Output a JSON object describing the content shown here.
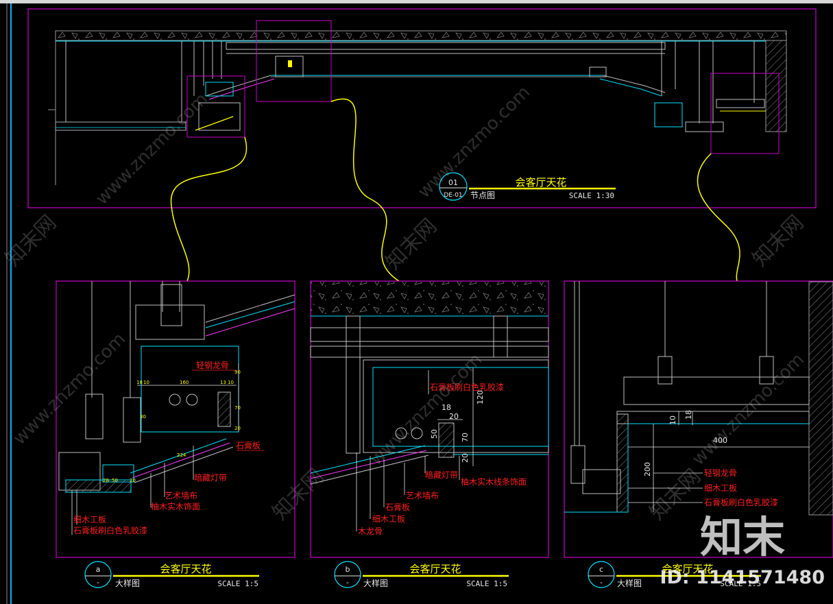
{
  "main": {
    "title": "会客厅天花",
    "circle_num": "01",
    "circle_ref": "DE-01",
    "subtitle": "节点图",
    "scale": "SCALE 1:30"
  },
  "details": [
    {
      "circle_letter": "a",
      "circle_ref": "-",
      "title": "会客厅天花",
      "subtitle": "大样图",
      "scale": "SCALE 1:5",
      "labels": [
        "轻钢龙骨",
        "石膏板",
        "暗藏灯带",
        "艺术墙布",
        "柚木实木饰面",
        "细木工板",
        "石膏板刷白色乳胶漆"
      ],
      "dims": [
        "18",
        "10",
        "160",
        "13",
        "10",
        "90",
        "30",
        "70",
        "20",
        "20",
        "50",
        "28",
        "224"
      ]
    },
    {
      "circle_letter": "b",
      "circle_ref": "-",
      "title": "会客厅天花",
      "subtitle": "大样图",
      "scale": "SCALE 1:5",
      "labels": [
        "石膏板刷白色乳胶漆",
        "暗藏灯带",
        "柚木实木线条饰面",
        "艺术墙布",
        "石膏板",
        "细木工板",
        "木龙骨"
      ],
      "dims": [
        "18",
        "20",
        "120",
        "50",
        "70",
        "20"
      ]
    },
    {
      "circle_letter": "c",
      "circle_ref": "-",
      "title": "会客厅天花",
      "subtitle": "大样图",
      "scale": "SCALE 1:5",
      "labels": [
        "轻钢龙骨",
        "细木工板",
        "石膏板刷白色乳胶漆"
      ],
      "dims": [
        "10",
        "18",
        "400",
        "200"
      ]
    }
  ],
  "watermark": {
    "logo_text": "知末",
    "id_text": "ID: 1141571480",
    "repeat_text": "www.znzmo.com",
    "repeat_cn": "知末网"
  },
  "colors": {
    "frame": "#cc00cc",
    "cyan": "#00e5ff",
    "yellow": "#ffff00",
    "red": "#ff2020",
    "white": "#e8e8e8",
    "gray": "#9a9a9a",
    "blue": "#1e6fff",
    "leftbar": "#00b4ff"
  }
}
